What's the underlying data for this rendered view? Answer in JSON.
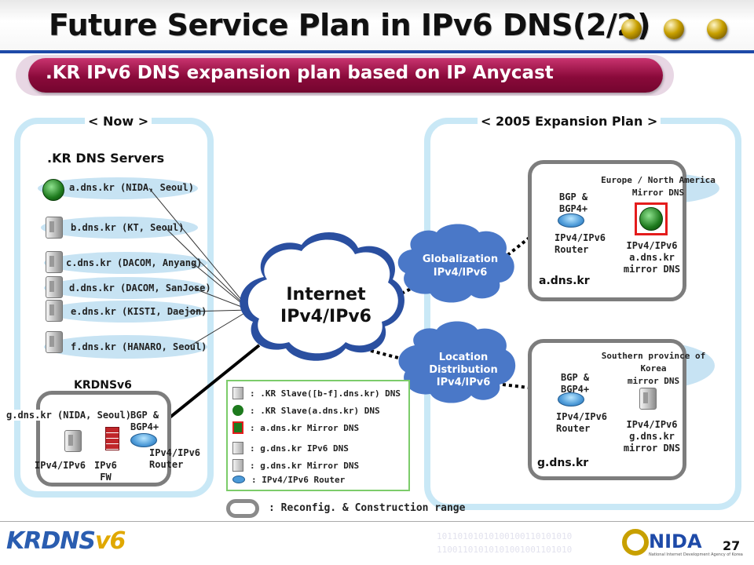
{
  "title": "Future Service Plan in IPv6 DNS(2/2)",
  "subtitle": ".KR IPv6 DNS expansion plan based on IP Anycast",
  "now_panel": {
    "heading": "< Now >",
    "servers_title": ".KR DNS Servers",
    "servers": [
      "a.dns.kr (NIDA, Seoul)",
      "b.dns.kr (KT, Seoul)",
      "c.dns.kr (DACOM, Anyang)",
      "d.dns.kr (DACOM, SanJose)",
      "e.dns.kr (KISTI, Daejon)",
      "f.dns.kr (HANARO, Seoul)"
    ],
    "krdnsv6": {
      "title": "KRDNSv6",
      "server_label": "g.dns.kr (NIDA, Seoul)",
      "bgp": "BGP &\nBGP4+",
      "server_type": "IPv4/IPv6",
      "fw": "IPv6\nFW",
      "router": "IPv4/IPv6\nRouter"
    }
  },
  "internet_cloud": {
    "line1": "Internet",
    "line2": "IPv4/IPv6"
  },
  "plan_panel": {
    "heading": "< 2005 Expansion Plan >",
    "globalization": {
      "line1": "Globalization",
      "line2": "IPv4/IPv6"
    },
    "location": {
      "line1": "Location",
      "line2": "Distribution",
      "line3": "IPv4/IPv6"
    },
    "a_box": {
      "mirror_cloud": "Europe / North America\nMirror DNS",
      "bgp": "BGP &\nBGP4+",
      "router": "IPv4/IPv6\nRouter",
      "server": "IPv4/IPv6\na.dns.kr\nmirror DNS",
      "name": "a.dns.kr"
    },
    "g_box": {
      "mirror_cloud": "Southern province of\nKorea\nmirror DNS",
      "bgp": "BGP &\nBGP4+",
      "router": "IPv4/IPv6\nRouter",
      "server": "IPv4/IPv6\ng.dns.kr\nmirror DNS",
      "name": "g.dns.kr"
    }
  },
  "legend": {
    "items": [
      {
        "icon": "server-icon",
        "text": ": .KR Slave([b-f].dns.kr) DNS"
      },
      {
        "icon": "green-server-icon",
        "text": ": .KR Slave(a.dns.kr) DNS"
      },
      {
        "icon": "red-server-icon",
        "text": ": a.dns.kr Mirror DNS"
      },
      {
        "icon": "server-icon",
        "text": ": g.dns.kr IPv6 DNS"
      },
      {
        "icon": "server-icon",
        "text": ": g.dns.kr Mirror DNS"
      },
      {
        "icon": "router-icon",
        "text": ": IPv4/IPv6 Router"
      }
    ],
    "range_text": ": Reconfig. & Construction range"
  },
  "footer": {
    "logo_left": "KRDNS",
    "logo_left_suffix": "v6",
    "logo_right": "NIDA",
    "logo_right_sub": "National Internet Development Agency of Korea",
    "binary1": "10110101010100100110101010",
    "binary2": "11001101010101001001101010",
    "page": "27"
  },
  "colors": {
    "title_bar": "#1e4aa8",
    "subtitle_pill": "#8a0a3a",
    "panel_border": "#c9e8f6",
    "cloud": "#4a78c8",
    "legend_border": "#7ccc6a"
  }
}
